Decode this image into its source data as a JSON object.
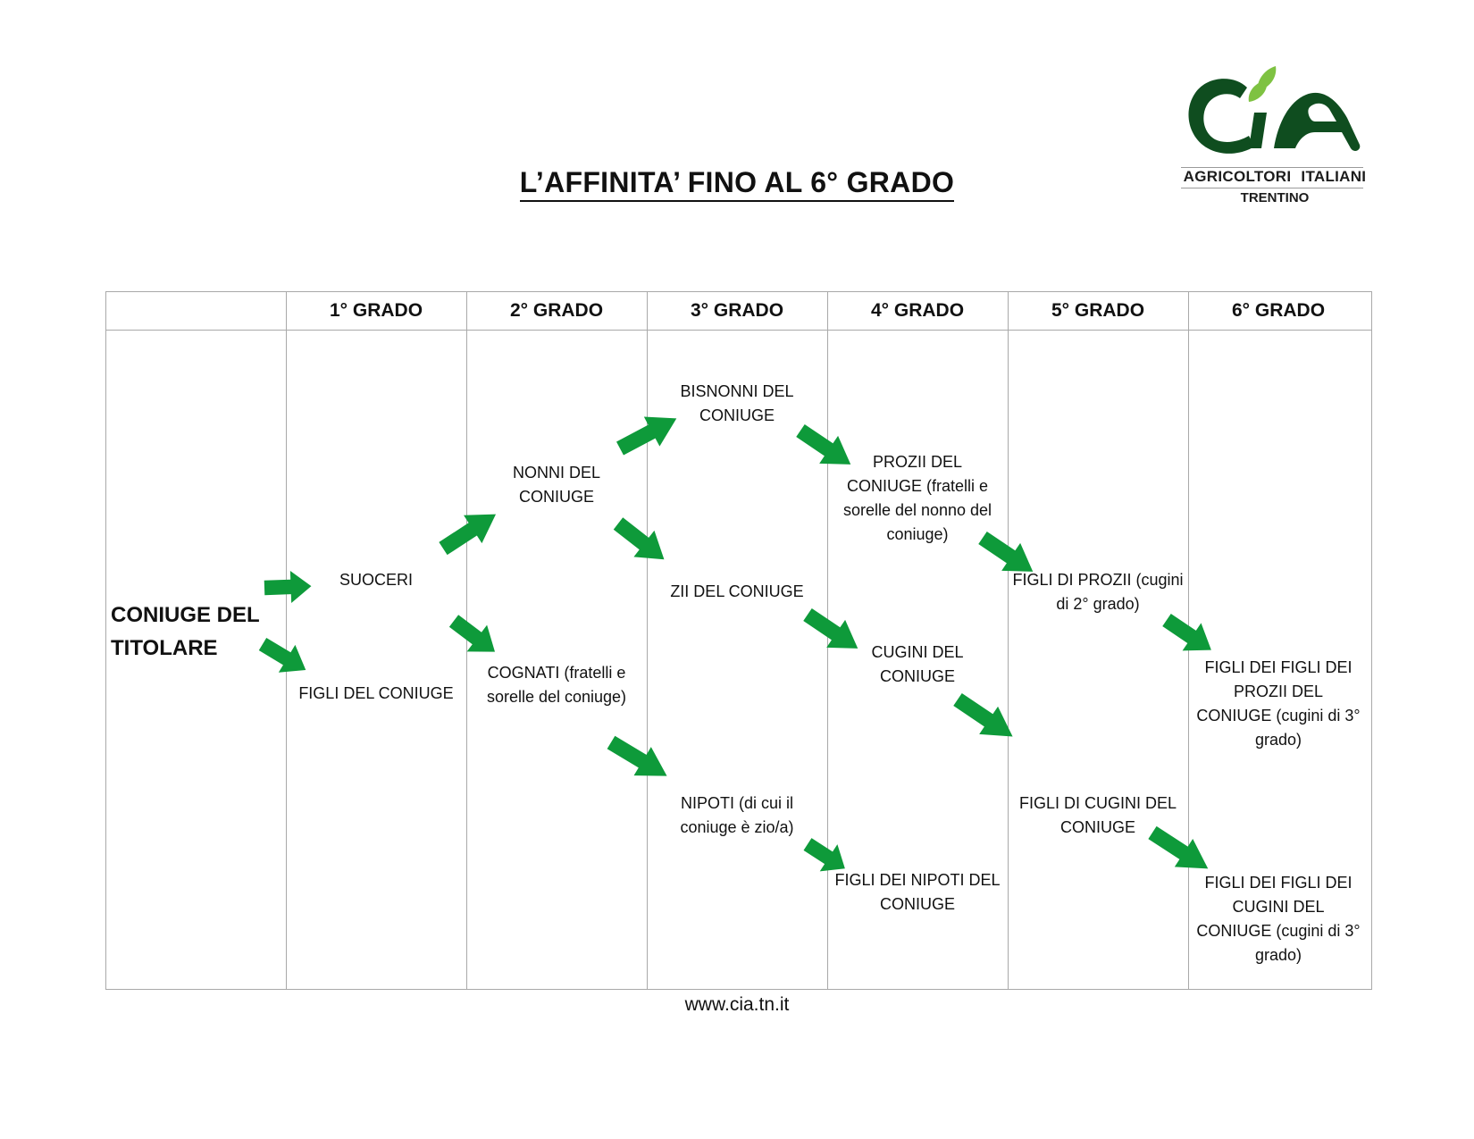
{
  "title": "L’AFFINITA’ FINO AL 6° GRADO",
  "logo": {
    "text_main": "AGRICOLTORI ITALIANI",
    "text_sub": "TRENTINO",
    "colors": {
      "dark_green": "#0f4d1f",
      "light_green": "#7ec242"
    }
  },
  "table": {
    "headers": [
      "",
      "1° GRADO",
      "2° GRADO",
      "3° GRADO",
      "4° GRADO",
      "5° GRADO",
      "6° GRADO"
    ]
  },
  "nodes": {
    "coniuge": "CONIUGE DEL TITOLARE",
    "suoceri": "SUOCERI",
    "figli_coniuge": "FIGLI DEL CONIUGE",
    "nonni": "NONNI DEL CONIUGE",
    "cognati": "COGNATI (fratelli e sorelle del coniuge)",
    "bisnonni": "BISNONNI DEL CONIUGE",
    "zii": "ZII DEL CONIUGE",
    "nipoti": "NIPOTI (di cui il coniuge è zio/a)",
    "prozii": "PROZII DEL CONIUGE (fratelli e sorelle del nonno del coniuge)",
    "cugini": "CUGINI DEL CONIUGE",
    "figli_nipoti": "FIGLI DEI NIPOTI DEL CONIUGE",
    "figli_prozii": "FIGLI DI PROZII (cugini di 2° grado)",
    "figli_cugini": "FIGLI DI CUGINI DEL CONIUGE",
    "figli_figli_prozii": "FIGLI DEI FIGLI DEI PROZII DEL CONIUGE (cugini di 3° grado)",
    "figli_figli_cugini": "FIGLI DEI FIGLI DEI CUGINI DEL CONIUGE (cugini di 3° grado)"
  },
  "arrow_color": "#0e9a3a",
  "footer": "www.cia.tn.it"
}
